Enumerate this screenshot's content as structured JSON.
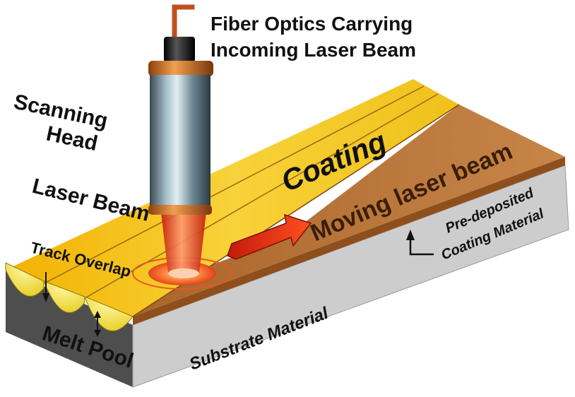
{
  "labels": {
    "fiber_optics_line1": "Fiber Optics Carrying",
    "fiber_optics_line2": "Incoming Laser Beam",
    "scanning_head_line1": "Scanning",
    "scanning_head_line2": "Head",
    "laser_beam": "Laser Beam",
    "coating": "Coating",
    "moving_laser_beam": "Moving laser beam",
    "pre_deposited_line1": "Pre-deposited",
    "pre_deposited_line2": "Coating Material",
    "track_overlap": "Track Overlap",
    "melt_pool": "Melt Pool",
    "substrate_material": "Substrate Material"
  },
  "colors": {
    "coating": "#f5c518",
    "pre_deposited_coating": "#b8743a",
    "substrate": "#c8c8c8",
    "laser": "#e8341c",
    "cable": "#c0501c",
    "head_body": "#6f8e9c",
    "head_cap": "#cc6a1e"
  }
}
